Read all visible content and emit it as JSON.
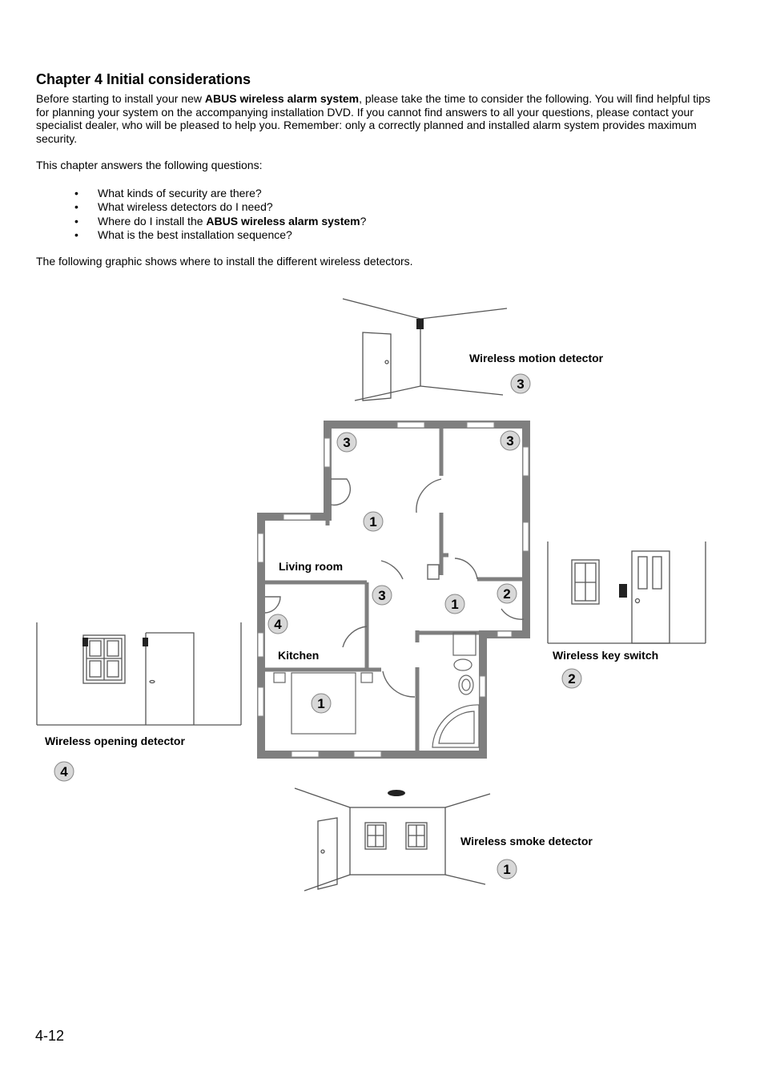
{
  "heading": "Chapter 4 Initial considerations",
  "intro": {
    "before": "Before starting to install your new ",
    "bold": "ABUS wireless alarm system",
    "after": ", please take the time to consider the following. You will find helpful tips for planning your system on the accompanying installation DVD. If you cannot find answers to all your questions, please contact your specialist dealer, who will be pleased to help you. Remember: only a correctly planned and installed alarm system provides maximum security."
  },
  "questions_intro": "This chapter answers the following questions:",
  "bullet_symbol": "•",
  "questions": {
    "q1": "What kinds of security are there?",
    "q2": "What wireless detectors do I need?",
    "q3_before": "Where do I install the ",
    "q3_bold": "ABUS wireless alarm system",
    "q3_after": "?",
    "q4": "What is the best installation sequence?"
  },
  "graphic_intro": "The following graphic shows where to install the different wireless detectors.",
  "figure": {
    "labels": {
      "motion": "Wireless motion detector",
      "key_switch": "Wireless key switch",
      "opening": "Wireless opening detector",
      "smoke": "Wireless smoke detector",
      "living_room": "Living room",
      "kitchen": "Kitchen"
    },
    "badges": {
      "motion": "3",
      "key_switch": "2",
      "opening": "4",
      "smoke": "1",
      "plan_motion_a": "3",
      "plan_motion_b": "3",
      "plan_motion_c": "3",
      "plan_smoke_a": "1",
      "plan_smoke_b": "1",
      "plan_smoke_c": "1",
      "plan_key": "2",
      "plan_opening": "4"
    },
    "colors": {
      "wall": "#7f7f7f",
      "line": "#555555",
      "badge_fill": "#d8d8d8",
      "device": "#222222"
    }
  },
  "page_number": "4-12"
}
